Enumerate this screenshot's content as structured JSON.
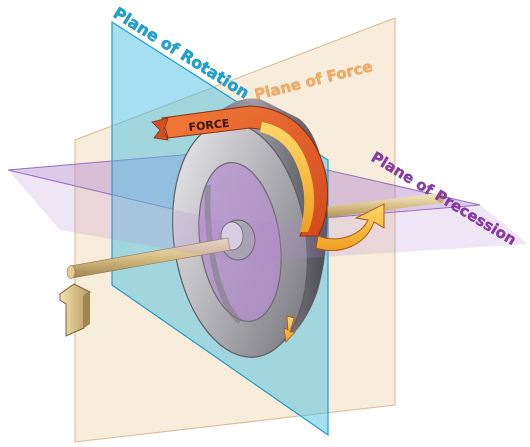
{
  "labels": {
    "plane_of_rotation": "Plane of Rotation",
    "plane_of_force": "Plane of Force",
    "plane_of_precession": "Plane of Precession",
    "force": "FORCE"
  },
  "colors": {
    "rotation_plane": "#3fb6dc",
    "force_plane": "#f2d2a8",
    "precession_plane": "#a77dc2",
    "rotation_label": "#1aa6d6",
    "force_label": "#f0a860",
    "precession_label": "#8c3aa8",
    "force_arrow": "#e8642c",
    "force_arrow_inner": "#f6b02a",
    "wheel": "#9a9aa0",
    "axle": "#d9c08a"
  }
}
